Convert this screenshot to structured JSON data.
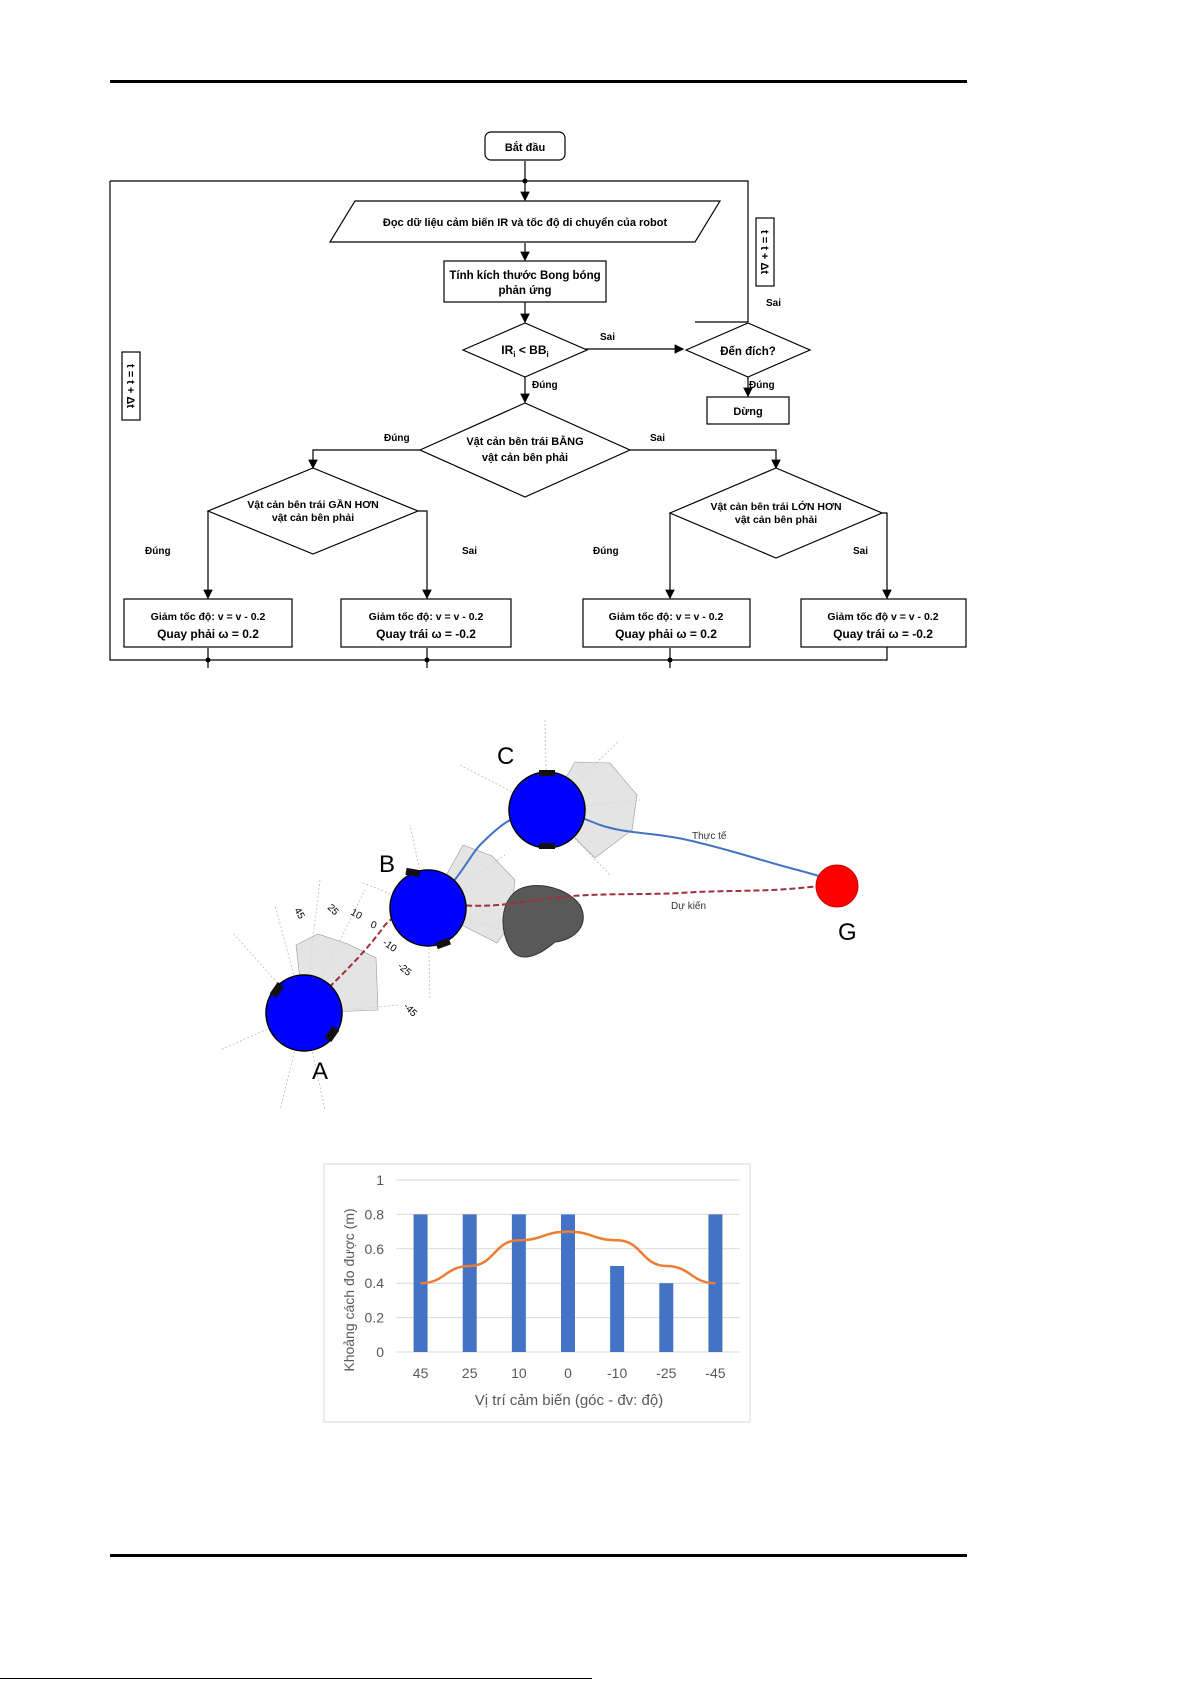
{
  "flowchart": {
    "start": "Bắt đầu",
    "read_sensor": "Đọc dữ liệu cảm biến IR và tốc độ di chuyển của robot",
    "compute_line1": "Tính kích thước Bong bóng",
    "compute_line2": "phản ứng",
    "ir_check_text": "IR",
    "ir_check_sub_i": "i",
    "ir_check_mid": " < BB",
    "ir_check_sub_i2": "i",
    "goal_check": "Đến đích?",
    "stop": "Dừng",
    "time_update": "t = t + Δt",
    "sai": "Sai",
    "dung": "Đúng",
    "equal_line1": "Vật cản bên trái BẰNG",
    "equal_line2": "vật cản bên phải",
    "closer_line1": "Vật cản bên trái GẦN HƠN",
    "closer_line2": "vật cản bên phải",
    "larger_line1": "Vật cản bên trái LỚN HƠN",
    "larger_line2": "vật cản bên phải",
    "action_slow": "Giảm tốc độ: v = v - 0.2",
    "action_slow_nocolon": "Giảm tốc độ v = v - 0.2",
    "turn_right_label": "Quay phải",
    "turn_right_val": "ω = 0.2",
    "turn_left_label": "Quay trái",
    "turn_left_val": "ω = -0.2"
  },
  "trajectory": {
    "label_a": "A",
    "label_b": "B",
    "label_c": "C",
    "label_g": "G",
    "actual": "Thực tế",
    "expected": "Dự kiến",
    "sensor_angles": [
      "45",
      "25",
      "10",
      "0",
      "-10",
      "-25",
      "-45"
    ],
    "colors": {
      "robot": "#0000ff",
      "goal": "#ff0000",
      "obstacle": "#595959",
      "actual_path": "#4472c4",
      "expected_path": "#a0303a"
    }
  },
  "chart_data": {
    "type": "bar",
    "categories": [
      "45",
      "25",
      "10",
      "0",
      "-10",
      "-25",
      "-45"
    ],
    "series": [
      {
        "type": "bar",
        "values": [
          0.8,
          0.8,
          0.8,
          0.8,
          0.5,
          0.4,
          0.8
        ],
        "color": "#4472c4"
      },
      {
        "type": "line",
        "values": [
          0.4,
          0.5,
          0.65,
          0.7,
          0.65,
          0.5,
          0.4
        ],
        "color": "#ed7d31"
      }
    ],
    "ylim": [
      0,
      1
    ],
    "yticks": [
      "0",
      "0.2",
      "0.4",
      "0.6",
      "0.8",
      "1"
    ],
    "xlabel": "Vị trí cảm biến (góc - đv: độ)",
    "ylabel": "Khoảng cách đo được (m)",
    "grid": true
  }
}
